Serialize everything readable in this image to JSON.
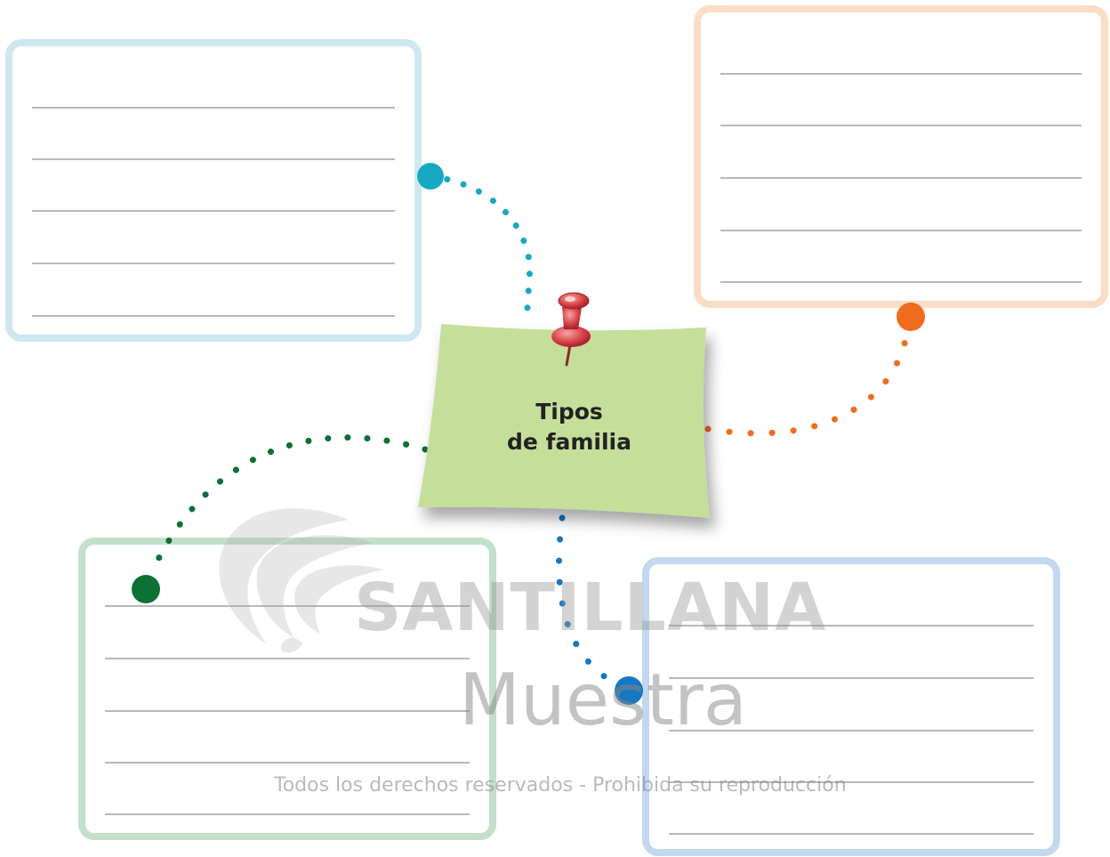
{
  "central_note": {
    "line1": "Tipos",
    "line2": "de familia",
    "color": "#c5de9a",
    "pin_icon": "pushpin-icon"
  },
  "boxes": [
    {
      "id": "top-left",
      "border_color": "#cfe8ef",
      "connector_color": "#17a9c2",
      "lines": 5
    },
    {
      "id": "top-right",
      "border_color": "#fbdcc4",
      "connector_color": "#ef6c1f",
      "lines": 5
    },
    {
      "id": "bottom-left",
      "border_color": "#c3dfc9",
      "connector_color": "#0d7034",
      "lines": 5
    },
    {
      "id": "bottom-right",
      "border_color": "#c3d7ee",
      "connector_color": "#1677c2",
      "lines": 5
    }
  ],
  "watermark": {
    "brand": "SANTILLANA",
    "label": "Muestra",
    "rights": "Todos los derechos reservados - Prohibida su reproducción"
  }
}
